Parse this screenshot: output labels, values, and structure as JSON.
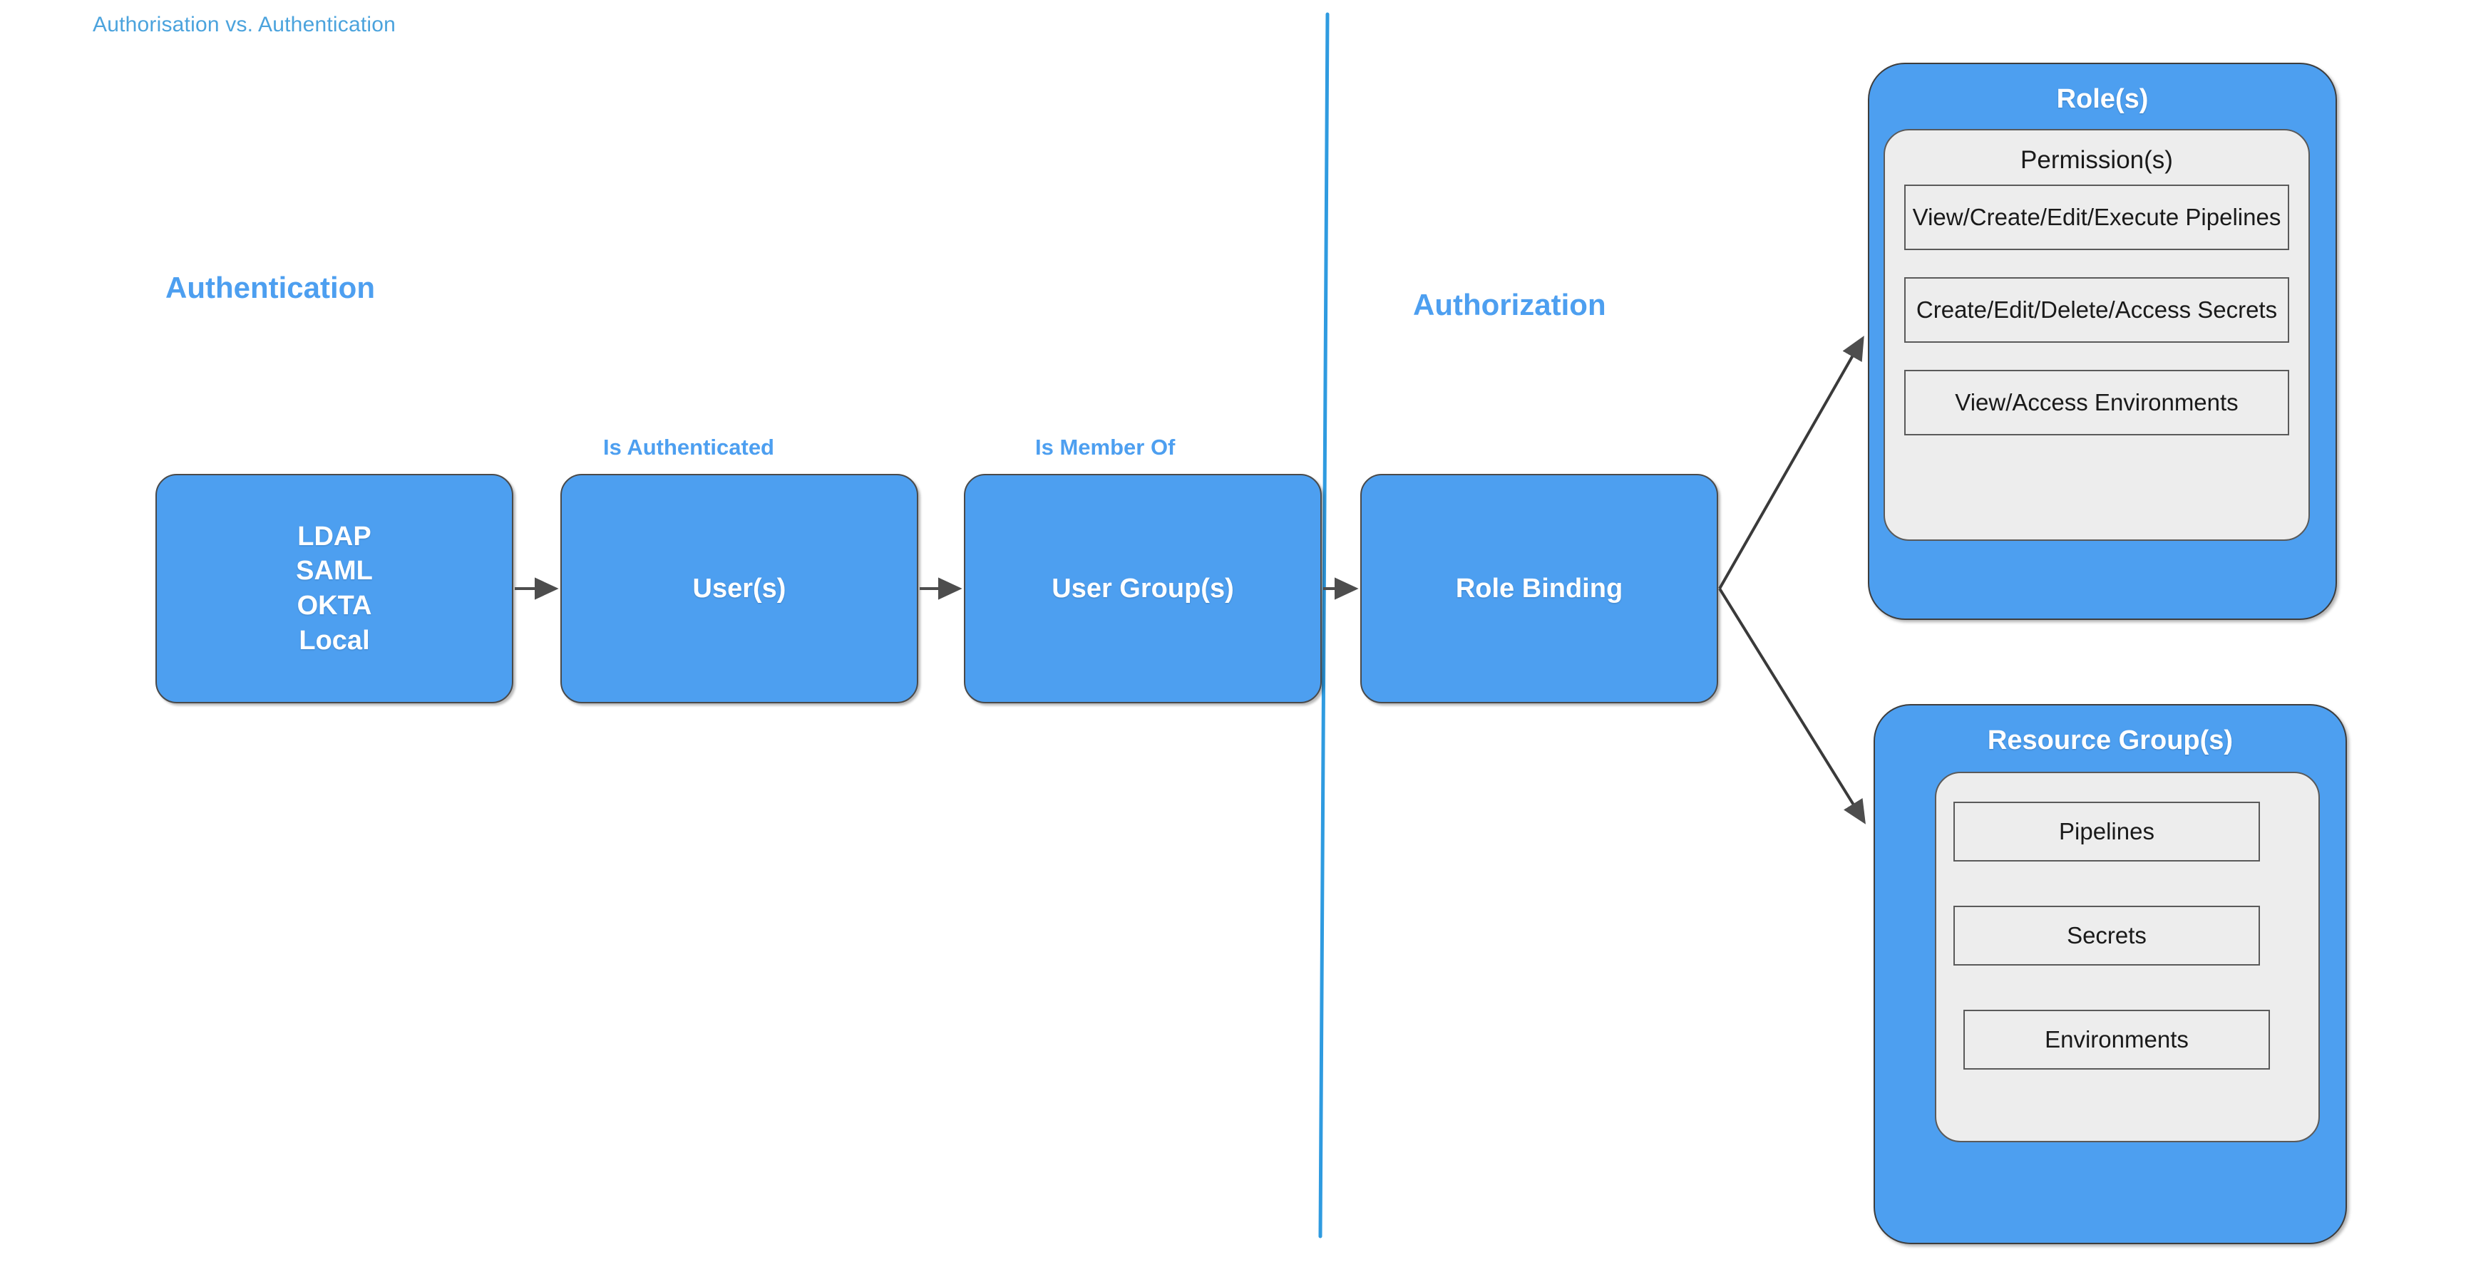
{
  "page": {
    "title": "Authorisation vs. Authentication",
    "background": "#ffffff"
  },
  "colors": {
    "accent_blue": "#4d9ff0",
    "title_blue": "#4ba3dd",
    "panel_gray": "#ededed",
    "stroke_dark": "#4a4a4a",
    "arrow_gray": "#4d4d4d",
    "divider_blue": "#2f9be0"
  },
  "sections": {
    "left_heading": "Authentication",
    "right_heading": "Authorization"
  },
  "flow": {
    "boxes": [
      {
        "id": "idp",
        "label": "LDAP\nSAML\nOKTA\nLocal"
      },
      {
        "id": "users",
        "label": "User(s)"
      },
      {
        "id": "user_groups",
        "label": "User Group(s)"
      },
      {
        "id": "role_binding",
        "label": "Role Binding"
      }
    ],
    "edge_labels": [
      {
        "id": "is_authenticated",
        "label": "Is Authenticated"
      },
      {
        "id": "is_member_of",
        "label": "Is Member Of"
      }
    ]
  },
  "roles_card": {
    "title": "Role(s)",
    "inner_title": "Permission(s)",
    "permissions": [
      "View/Create/Edit/Execute Pipelines",
      "Create/Edit/Delete/Access Secrets",
      "View/Access Environments"
    ]
  },
  "resource_groups_card": {
    "title": "Resource Group(s)",
    "resources": [
      "Pipelines",
      "Secrets",
      "Environments"
    ]
  }
}
